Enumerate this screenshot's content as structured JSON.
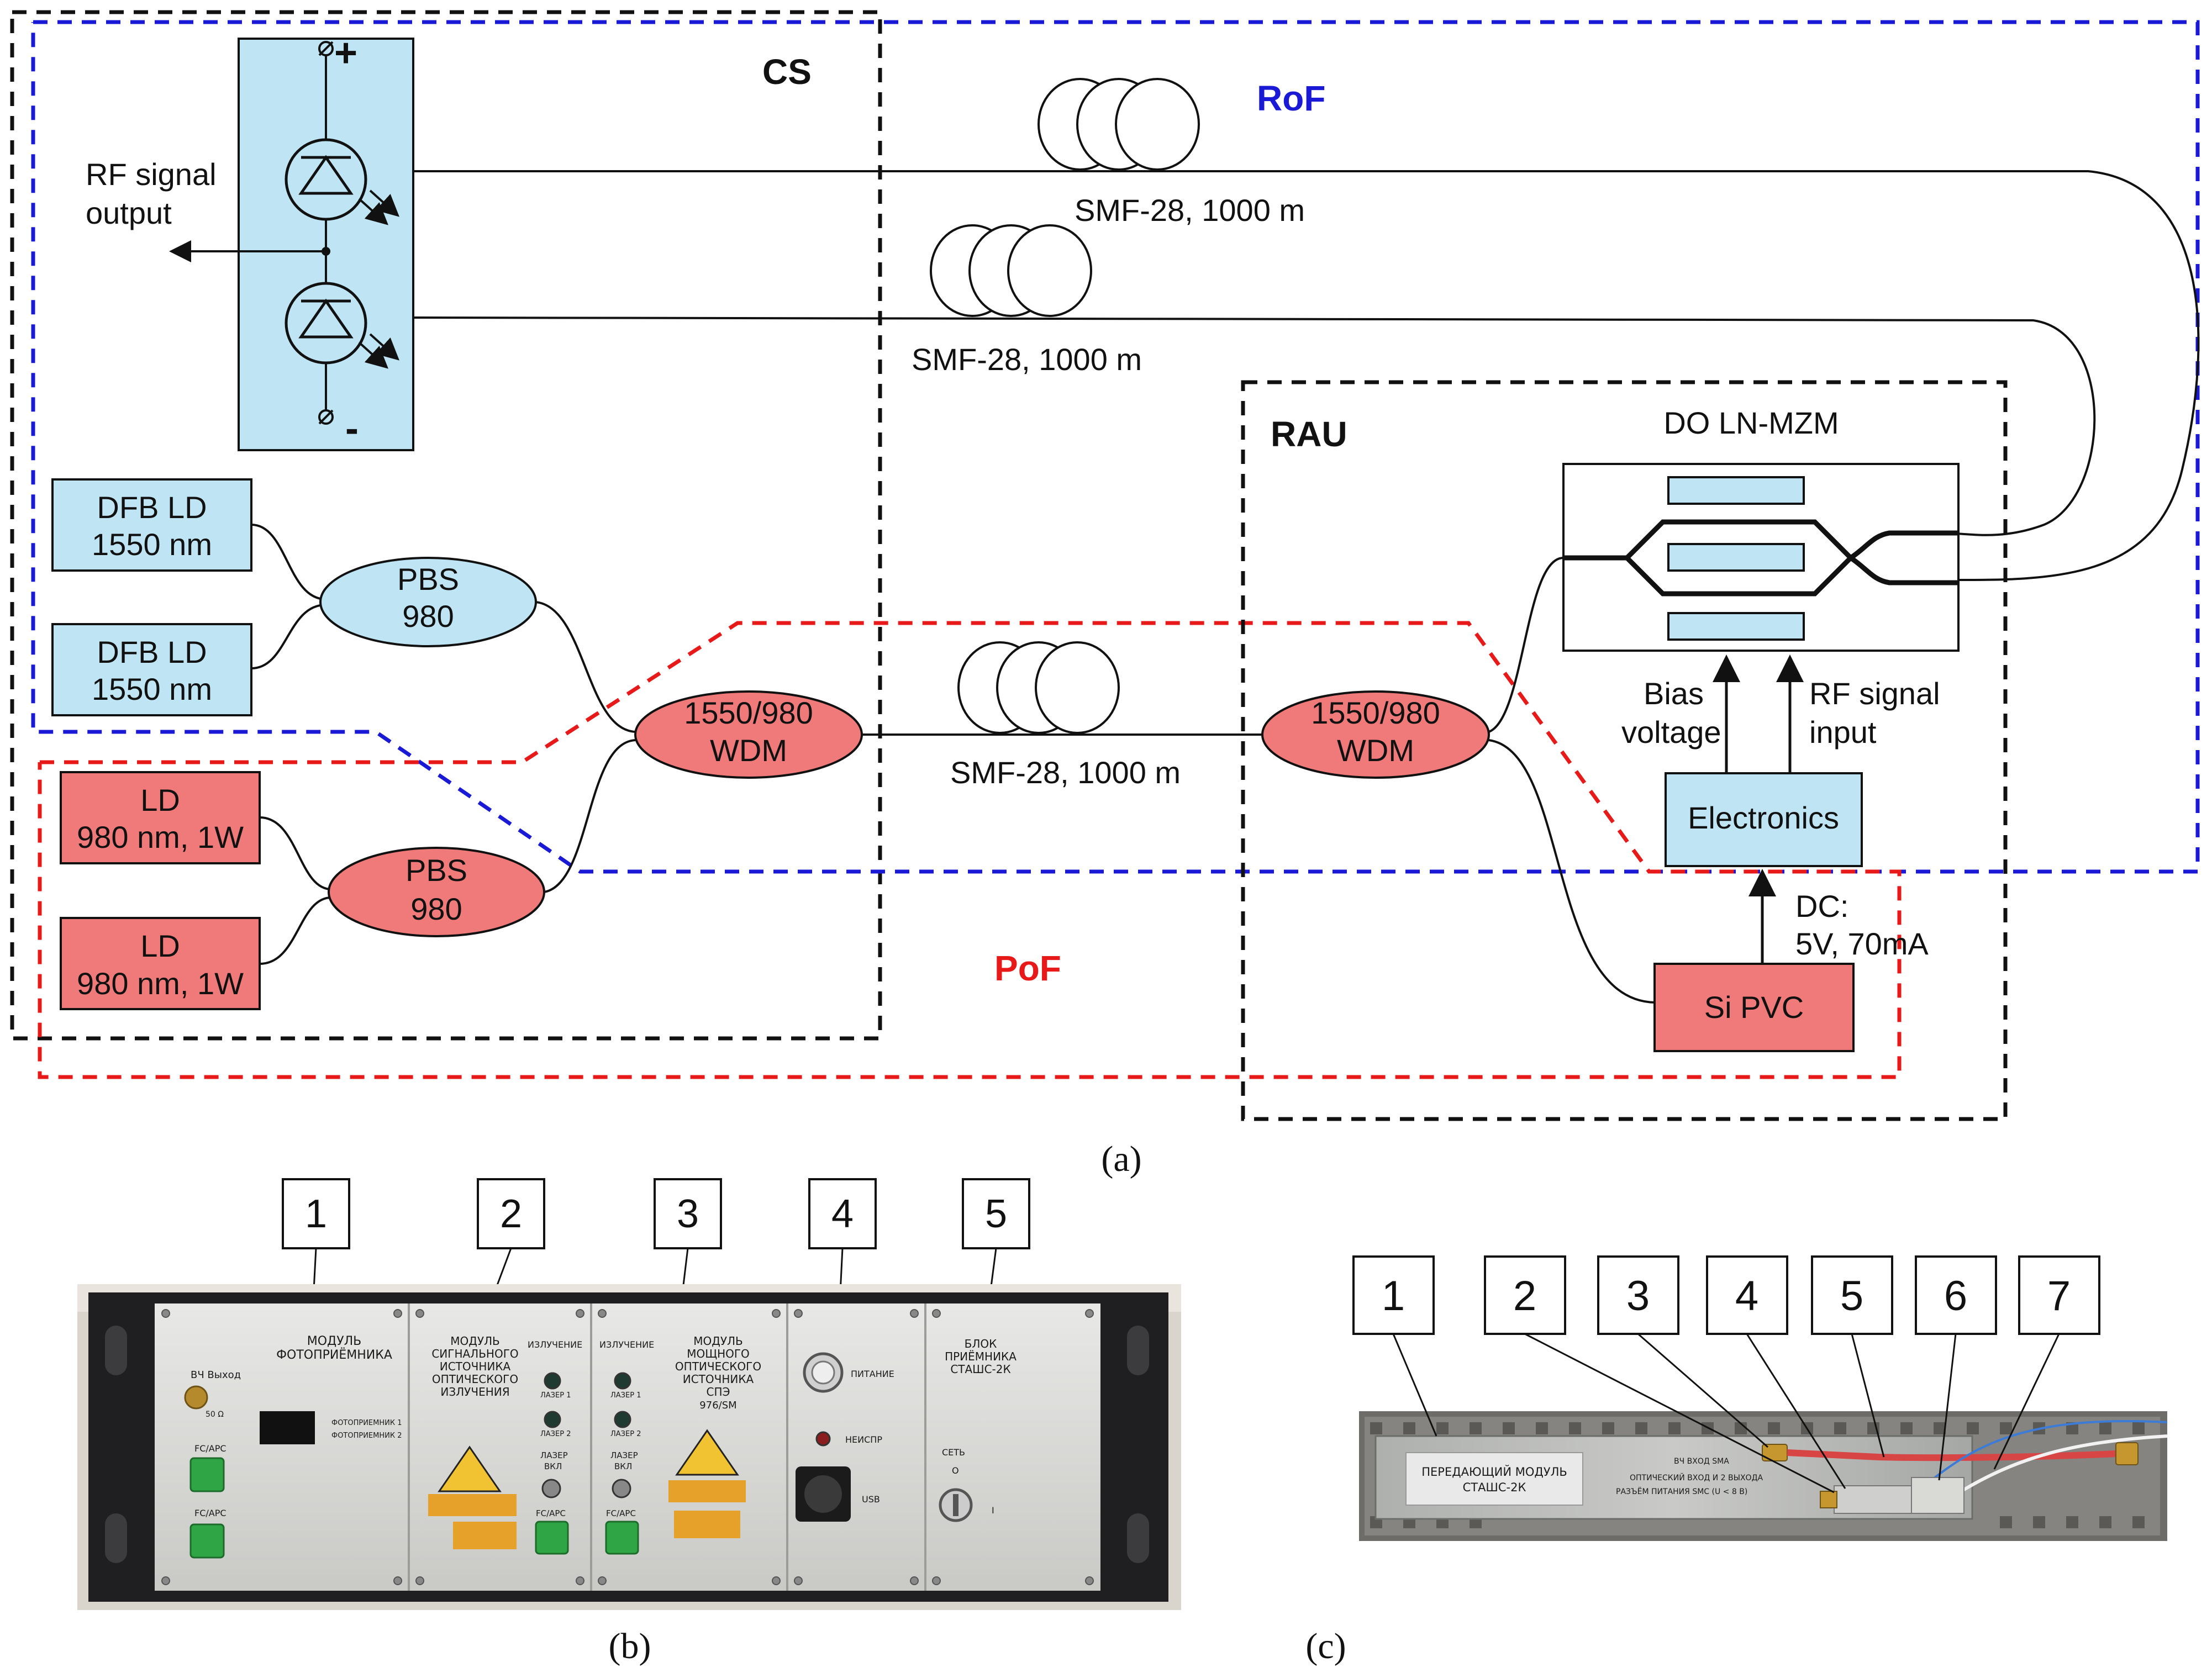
{
  "diagram": {
    "cs": "CS",
    "rof": "RoF",
    "pof": "PoF",
    "rau": "RAU",
    "rf_output": [
      "RF signal",
      "output"
    ],
    "plus": "+",
    "minus": "-",
    "dfb1": [
      "DFB LD",
      "1550 nm"
    ],
    "dfb2": [
      "DFB LD",
      "1550 nm"
    ],
    "pbs_top": [
      "PBS",
      "980"
    ],
    "pbs_bottom": [
      "PBS",
      "980"
    ],
    "ld1": [
      "LD",
      "980 nm, 1W"
    ],
    "ld2": [
      "LD",
      "980 nm, 1W"
    ],
    "wdm_cs": [
      "1550/980",
      "WDM"
    ],
    "wdm_rau": [
      "1550/980",
      "WDM"
    ],
    "fiber1": "SMF-28, 1000 m",
    "fiber2": "SMF-28, 1000 m",
    "fiber3": "SMF-28, 1000 m",
    "mzm": "DO LN-MZM",
    "bias": [
      "Bias",
      "voltage"
    ],
    "rf_input": [
      "RF signal",
      "input"
    ],
    "electronics": "Electronics",
    "dc": [
      "DC:",
      "5V, 70mA"
    ],
    "si_pvc": "Si PVC",
    "label_a": "(a)",
    "colors": {
      "blue_fill": "#bfe4f4",
      "red_fill": "#f07a7a",
      "blue_dash": "#1a1ad6",
      "red_dash": "#e81919",
      "black": "#111111"
    }
  },
  "photo_b": {
    "callouts": [
      "1",
      "2",
      "3",
      "4",
      "5"
    ],
    "label": "(b)",
    "module1": {
      "title": [
        "МОДУЛЬ",
        "ФОТОПРИЁМНИКА"
      ],
      "rf_out": "ВЧ Выход",
      "ohm": "50 Ω",
      "pd1": "ФОТОПРИЕМНИК 1",
      "pd2": "ФОТОПРИЕМНИК 2",
      "fc1": "FC/APC",
      "fc2": "FC/APC"
    },
    "module2": {
      "title": [
        "МОДУЛЬ",
        "СИГНАЛЬНОГО",
        "ИСТОЧНИКА",
        "ОПТИЧЕСКОГО",
        "ИЗЛУЧЕНИЯ"
      ],
      "emission": "ИЗЛУЧЕНИЕ",
      "laser1": "ЛАЗЕР 1",
      "laser2": "ЛАЗЕР 2",
      "laser_on": [
        "ЛАЗЕР",
        "ВКЛ"
      ],
      "fc": "FC/APC"
    },
    "module3": {
      "title": [
        "МОДУЛЬ",
        "МОЩНОГО",
        "ОПТИЧЕСКОГО",
        "ИСТОЧНИКА",
        "СПЭ",
        "976/SM"
      ],
      "emission": "ИЗЛУЧЕНИЕ",
      "laser1": "ЛАЗЕР 1",
      "laser2": "ЛАЗЕР 2",
      "laser_on": [
        "ЛАЗЕР",
        "ВКЛ"
      ],
      "fc": "FC/APC"
    },
    "module4": {
      "power": "ПИТАНИЕ",
      "fault": "НЕИСПР",
      "usb": "USB"
    },
    "module5": {
      "title": [
        "БЛОК",
        "ПРИЁМНИКА",
        "СТАШС-2К"
      ],
      "mains": "СЕТЬ",
      "off": "O",
      "on": "I"
    }
  },
  "photo_c": {
    "callouts": [
      "1",
      "2",
      "3",
      "4",
      "5",
      "6",
      "7"
    ],
    "label": "(c)",
    "plate": [
      "ПЕРЕДАЮЩИЙ МОДУЛЬ",
      "СТАШС-2К"
    ],
    "spec1": "ВЧ ВХОД SMA",
    "spec2": "ОПТИЧЕСКИЙ ВХОД И 2 ВЫХОДА",
    "spec3": "РАЗЪЁМ ПИТАНИЯ SMC (U < 8 В)"
  }
}
